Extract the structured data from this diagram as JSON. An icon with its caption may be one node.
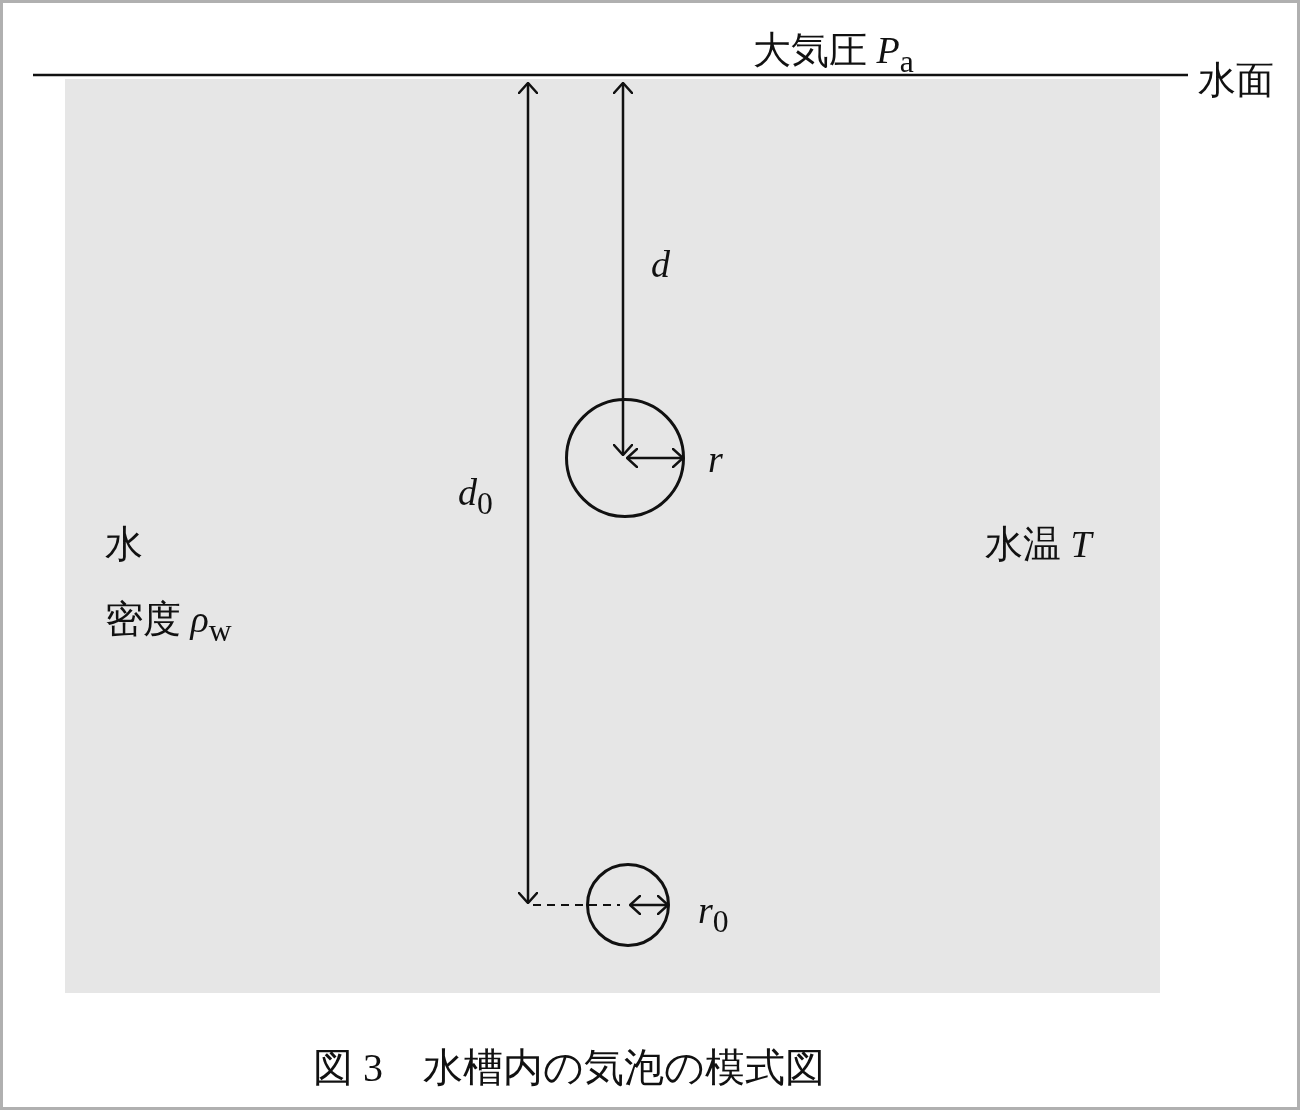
{
  "diagram": {
    "caption": "図 3　水槽内の気泡の模式図",
    "nodes": [
      {
        "text": [],
        "shape": "circle",
        "beside": [
          "*r*"
        ]
      },
      {
        "text": [],
        "shape": "circle",
        "beside": [
          "*r*$_{0}$"
        ]
      }
    ],
    "labels": [
      "大気圧 *P*$_{a}$",
      "水面",
      "*d*",
      "*d*$_{0}$",
      "水",
      "水温 *T*",
      "密度 *ρ*$_{w}$"
    ]
  }
}
